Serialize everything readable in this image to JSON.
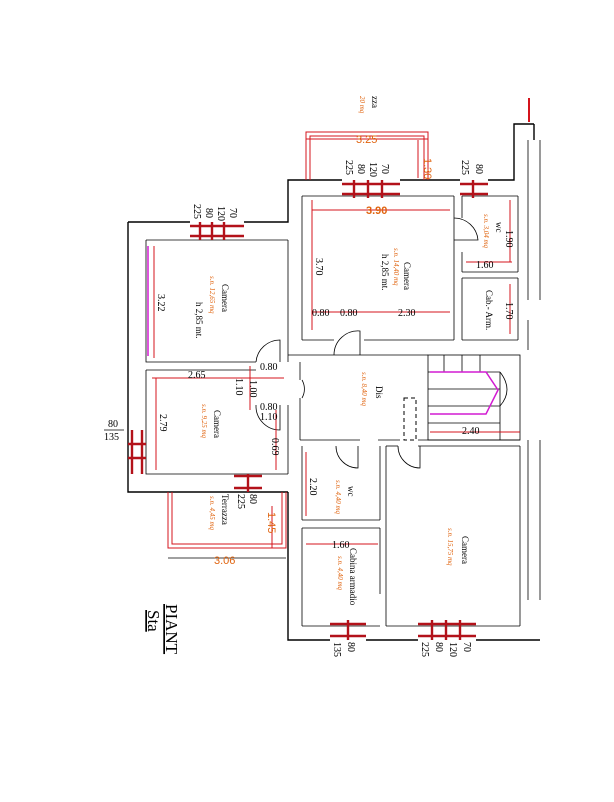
{
  "dimensions": {
    "terrace_top_width": "3.25",
    "terrace_top_depth": "1.30",
    "camera_top_width": "3.90",
    "camera_top_length": "3.70",
    "wc_top_width": "1.90",
    "wc_top_length": "1.60",
    "cab_arm_length": "1.70",
    "camera_left_length": "3.22",
    "door_a": "0.80",
    "door_b": "0.80",
    "door_c": "0.80",
    "wall_2_30": "2.30",
    "door_d": "0.80",
    "camera_mid_width": "2.65",
    "camera_mid_length": "2.79",
    "dim_1_10_a": "1.10",
    "dim_1_00": "1.00",
    "dim_1_10_b": "1.10",
    "dim_0_69": "0.69",
    "stair_width": "2.40",
    "wc_bottom_length": "2.20",
    "terrace_bottom_depth": "1.45",
    "terrace_bottom_width": "3.06",
    "cabina_width": "1.60"
  },
  "window_labels": {
    "top_a": [
      "225",
      "80",
      "120",
      "70"
    ],
    "top_b": [
      "225",
      "80",
      "120",
      "70"
    ],
    "top_c": [
      "225",
      "80"
    ],
    "left": [
      "80",
      "135"
    ],
    "bottom_left": [
      "225",
      "80"
    ],
    "bottom_a": [
      "135",
      "80"
    ],
    "bottom_b": [
      "225",
      "80",
      "120",
      "70"
    ]
  },
  "rooms": {
    "terrace_top": {
      "name": "zza",
      "area": "20 mq"
    },
    "camera_top": {
      "name": "Camera",
      "area": "s.n. 14,40 mq",
      "height": "h 2,85 mt."
    },
    "wc_top": {
      "name": "wc",
      "area": "s.n. 3,04 mq"
    },
    "cab_arm": {
      "name": "Cab.- Arm."
    },
    "camera_left": {
      "name": "Camera",
      "area": "s.n. 12,65 mq",
      "height": "h 2,85 mt."
    },
    "camera_mid": {
      "name": "Camera",
      "area": "s.n. 9,25 mq"
    },
    "dis": {
      "name": "Dis",
      "area": "s.n. 8,40 mq"
    },
    "wc_bottom": {
      "name": "wc",
      "area": "s.n. 4,40 mq"
    },
    "cabina": {
      "name": "Cabina armadio",
      "area": "s.n. 4,40 mq"
    },
    "camera_bottom": {
      "name": "Camera",
      "area": "s.n. 15,75 mq"
    },
    "terrazza_bottom": {
      "name": "Terrazza",
      "area": "s.n. 4,45 mq"
    }
  },
  "title": {
    "line1": "PIANT",
    "line2": "Sta"
  },
  "colors": {
    "wall": "#000000",
    "dimension": "#d4141c",
    "area_text": "#e0640f",
    "accent": "#d21cd2"
  }
}
